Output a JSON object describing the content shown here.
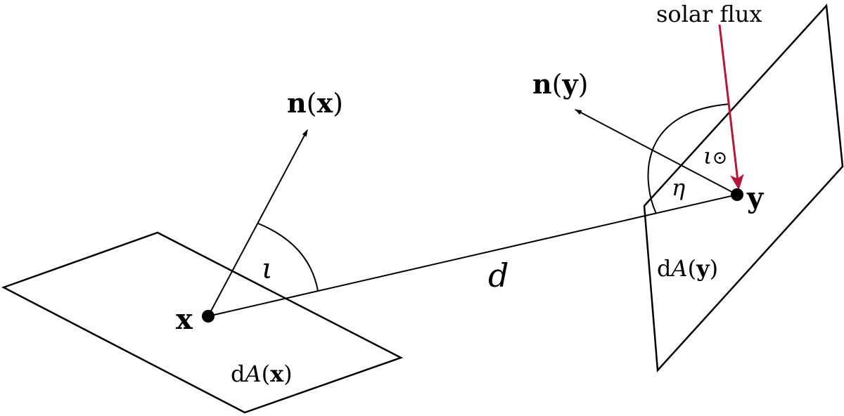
{
  "labels": {
    "normal_x": {
      "n": "n",
      "open": "(",
      "arg": "x",
      "close": ")"
    },
    "normal_y": {
      "n": "n",
      "open": "(",
      "arg": "y",
      "close": ")"
    },
    "point_x": "x",
    "point_y": "y",
    "area_x": {
      "d": "d",
      "A": "A",
      "open": "(",
      "arg": "x",
      "close": ")"
    },
    "area_y": {
      "d": "d",
      "A": "A",
      "open": "(",
      "arg": "y",
      "close": ")"
    },
    "distance": "d",
    "angle_x": "ι",
    "angle_eta": "η",
    "angle_sun": {
      "iota": "ι",
      "sun": "⊙"
    },
    "solar_flux": "solar flux"
  },
  "colors": {
    "line": "#000000",
    "solar_flux_arrow": "#b5173a"
  }
}
